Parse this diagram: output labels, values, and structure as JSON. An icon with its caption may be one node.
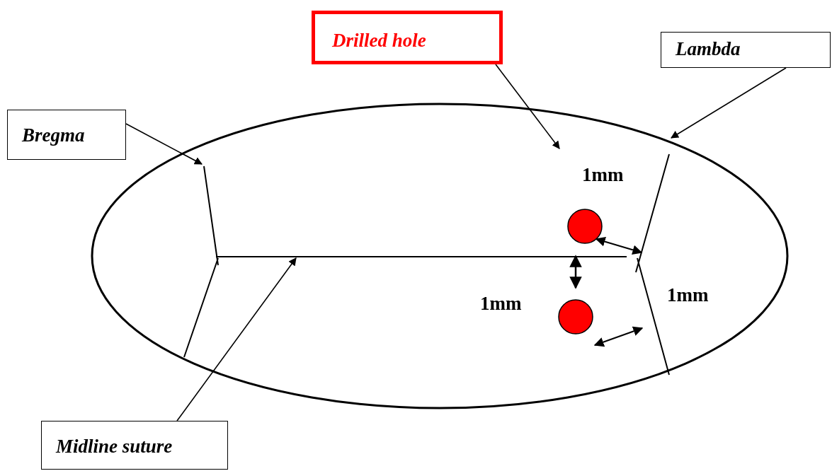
{
  "diagram": {
    "nodes": [
      {
        "text": [
          "Drilled hole"
        ]
      },
      {
        "text": [
          "Lambda"
        ]
      },
      {
        "text": [
          "Bregma"
        ]
      },
      {
        "text": [
          "Midline suture"
        ]
      }
    ],
    "edges": [
      {
        "from": 0,
        "to": null,
        "arrow": "to"
      },
      {
        "from": 1,
        "to": null,
        "arrow": "to"
      },
      {
        "from": 2,
        "to": null,
        "arrow": "to"
      },
      {
        "from": 3,
        "to": null,
        "arrow": "to"
      }
    ],
    "labels": [
      "1mm",
      "1mm",
      "1mm"
    ]
  }
}
